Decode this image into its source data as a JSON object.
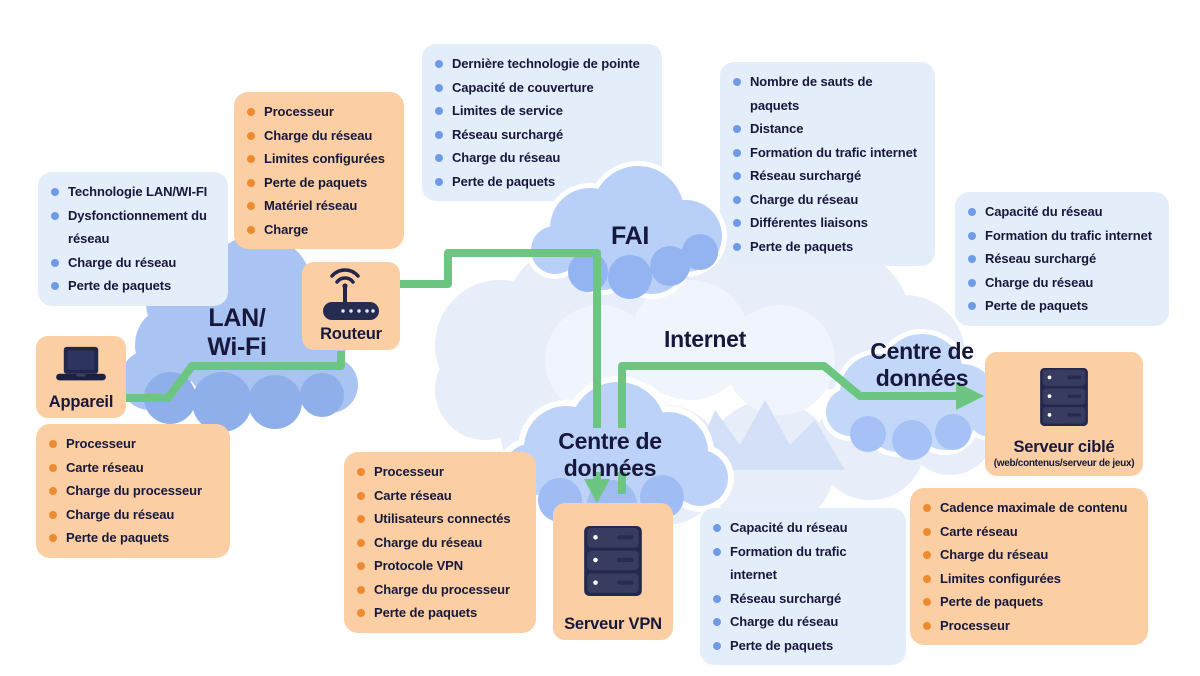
{
  "palette": {
    "background": "#FFFFFF",
    "text": "#17183B",
    "blue_box_bg": "#E4EDFA",
    "blue_bullet": "#6E9BE8",
    "orange_box_bg": "#FBCFA3",
    "orange_bullet": "#ED8B31",
    "green_line": "#6CC681",
    "cloud_lan": "#A9C4F2",
    "cloud_fai": "#B8CFF7",
    "cloud_internet": "#E7EEFA",
    "cloud_datacenter": "#BDD2F8",
    "device_icon": "#22264B"
  },
  "clouds": {
    "lan": {
      "line1": "LAN/",
      "line2": "Wi-Fi"
    },
    "fai": {
      "label": "FAI"
    },
    "internet": {
      "label": "Internet"
    },
    "datacenter_mid": {
      "line1": "Centre de",
      "line2": "données"
    },
    "datacenter_right": {
      "line1": "Centre de",
      "line2": "données"
    }
  },
  "nodes": {
    "device": {
      "label": "Appareil"
    },
    "router": {
      "label": "Routeur"
    },
    "vpn_server": {
      "label": "Serveur VPN"
    },
    "target_server": {
      "label": "Serveur ciblé",
      "sublabel": "(web/contenus/serveur de jeux)"
    }
  },
  "factor_boxes": {
    "lan_wifi": {
      "items": [
        "Technologie LAN/WI-FI",
        "Dysfonctionnement du réseau",
        "Charge du réseau",
        "Perte de paquets"
      ]
    },
    "router": {
      "items": [
        "Processeur",
        "Charge du réseau",
        "Limites configurées",
        "Perte de paquets",
        "Matériel réseau",
        "Charge"
      ]
    },
    "isp": {
      "items": [
        "Dernière technologie de pointe",
        "Capacité de couverture",
        "Limites de service",
        "Réseau surchargé",
        "Charge du réseau",
        "Perte de paquets"
      ]
    },
    "internet": {
      "items": [
        "Nombre de sauts de paquets",
        "Distance",
        "Formation du trafic internet",
        "Réseau surchargé",
        "Charge du réseau",
        "Différentes liaisons",
        "Perte de paquets"
      ]
    },
    "datacenter_right": {
      "items": [
        "Capacité du réseau",
        "Formation du trafic internet",
        "Réseau surchargé",
        "Charge du réseau",
        "Perte de paquets"
      ]
    },
    "device": {
      "items": [
        "Processeur",
        "Carte réseau",
        "Charge du processeur",
        "Charge du réseau",
        "Perte de paquets"
      ]
    },
    "vpn_server": {
      "items": [
        "Processeur",
        "Carte réseau",
        "Utilisateurs connectés",
        "Charge du réseau",
        "Protocole VPN",
        "Charge du processeur",
        "Perte de paquets"
      ]
    },
    "datacenter_mid": {
      "items": [
        "Capacité du réseau",
        "Formation du trafic internet",
        "Réseau surchargé",
        "Charge du réseau",
        "Perte de paquets"
      ]
    },
    "target_server": {
      "items": [
        "Cadence maximale de contenu",
        "Carte réseau",
        "Charge du réseau",
        "Limites configurées",
        "Perte de paquets",
        "Processeur"
      ]
    }
  }
}
